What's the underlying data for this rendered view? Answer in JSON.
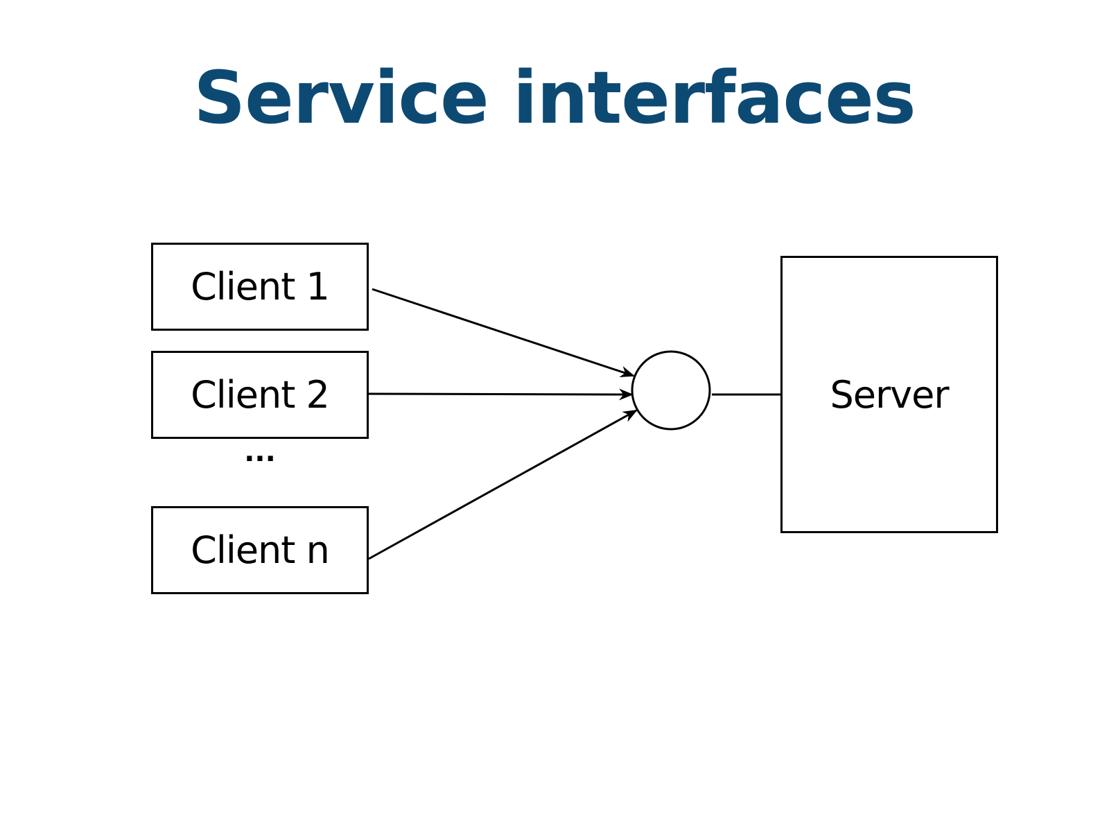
{
  "title": "Service interfaces",
  "colors": {
    "title": "#0d4a73",
    "line": "#000000",
    "box_border": "#000000",
    "background": "#ffffff"
  },
  "diagram": {
    "clients": [
      {
        "label": "Client 1"
      },
      {
        "label": "Client 2"
      },
      {
        "label": "Client n"
      }
    ],
    "ellipsis": "...",
    "server": {
      "label": "Server"
    },
    "interface_node": "circle"
  }
}
